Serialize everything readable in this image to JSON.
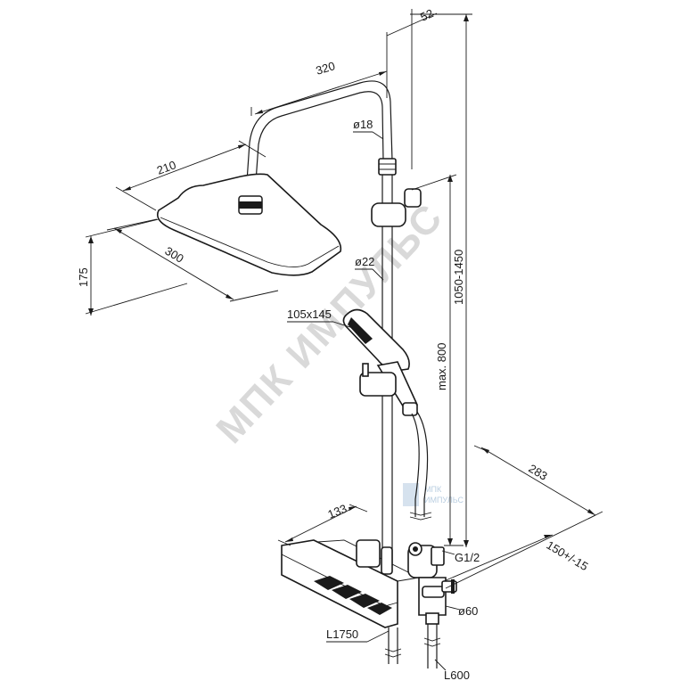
{
  "watermark": {
    "text": "МПК ИМПУЛЬС",
    "logo_top": "МПК",
    "logo_bottom": "ИМПУЛЬС",
    "logo_color": "#b8cde0"
  },
  "dimensions": {
    "arm_length": "320",
    "arm_offset": "52",
    "arm_diameter": "ø18",
    "head_depth": "210",
    "head_width": "300",
    "head_height": "175",
    "rail_diameter": "ø22",
    "hand_shower_size": "105x145",
    "slide_range": "max. 800",
    "total_height": "1050-1450",
    "depth": "283",
    "center_distance": "150+/-15",
    "shelf_depth": "133",
    "thread": "G1/2",
    "escutcheon": "ø60",
    "hose_long": "L1750",
    "hose_short": "L600"
  }
}
